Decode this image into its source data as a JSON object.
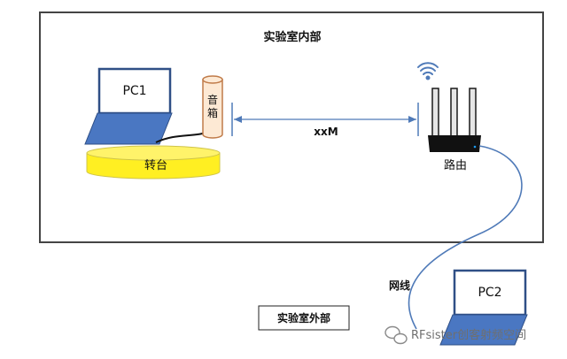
{
  "labels": {
    "lab_inside": "实验室内部",
    "lab_outside": "实验室外部",
    "pc1": "PC1",
    "pc2": "PC2",
    "speaker_char1": "音",
    "speaker_char2": "箱",
    "turntable": "转台",
    "distance": "xxM",
    "router": "路由",
    "cable": "网线"
  },
  "watermark": {
    "text": "RFsister创客射频空间"
  },
  "colors": {
    "laptop_fill": "#4a77c2",
    "laptop_stroke": "#2f4f86",
    "turntable_fill": "#ffef22",
    "turntable_stroke": "#cfc44a",
    "speaker_fill": "#fde9d4",
    "speaker_stroke": "#c07b49",
    "arrow_color": "#4f7ab8",
    "cable_color": "#4f7ab8",
    "room_border": "#444444",
    "wifi_color": "#4f7ab8"
  },
  "icons": {
    "wifi": "wifi-signal-icon",
    "router": "router-icon",
    "laptop": "laptop-icon",
    "speaker": "speaker-icon",
    "watermark_logo": "wechat-logo-icon"
  }
}
